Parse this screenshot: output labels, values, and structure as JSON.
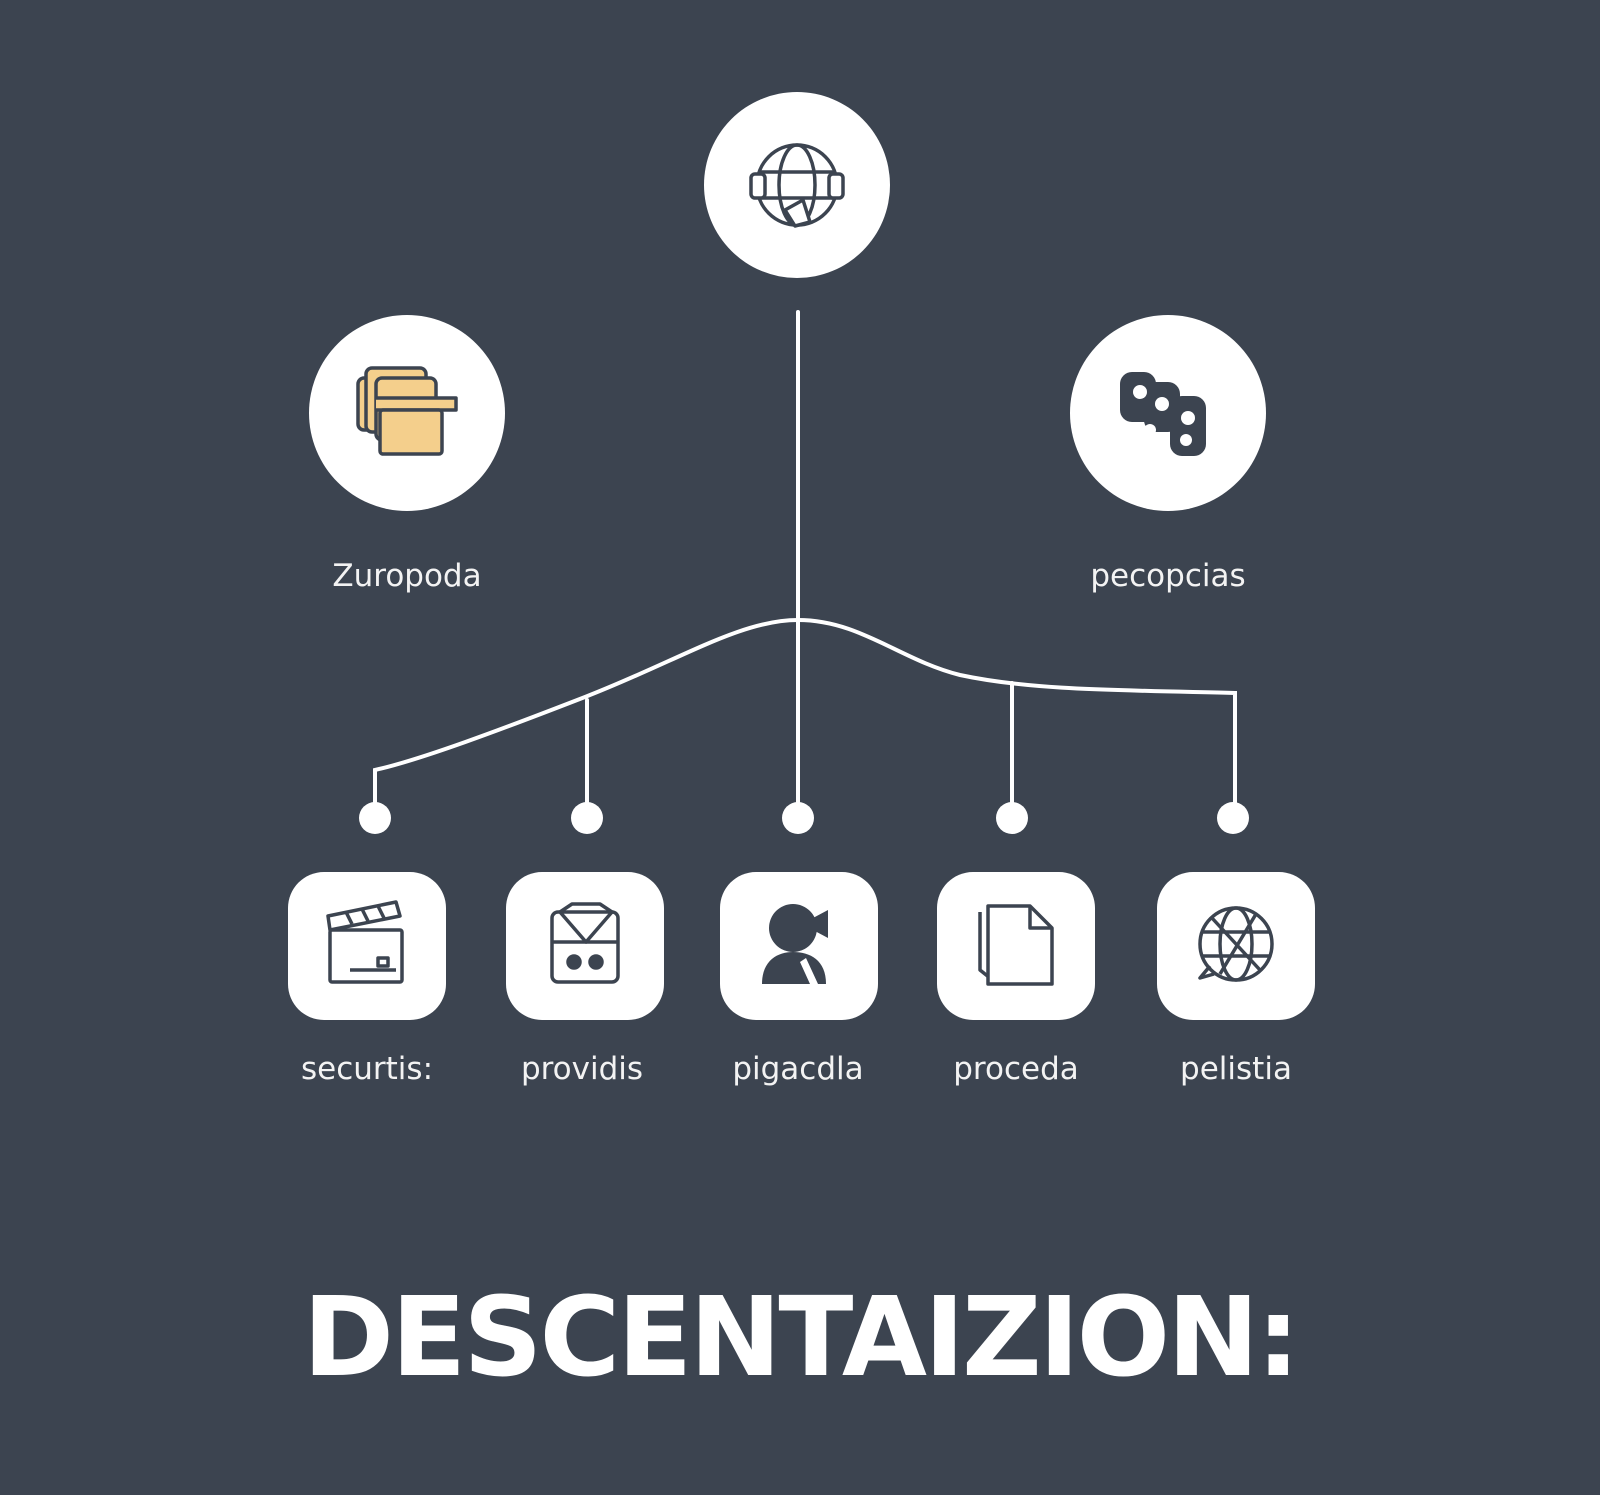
{
  "colors": {
    "background": "#3c4450",
    "node_fill": "#ffffff",
    "connector": "#ffffff",
    "icon_stroke": "#3c4450",
    "icon_accent": "#f4cf8c"
  },
  "nodes": {
    "top": {
      "icon": "globe-headset-icon"
    },
    "upper_left": {
      "icon": "stacked-boxes-icon",
      "label": "Zuropoda"
    },
    "upper_right": {
      "icon": "linked-chain-icon",
      "label": "pecopcias"
    },
    "bottom": [
      {
        "icon": "clapperboard-icon",
        "label": "securtis:"
      },
      {
        "icon": "basket-icon",
        "label": "providis"
      },
      {
        "icon": "user-camera-icon",
        "label": "pigacdla"
      },
      {
        "icon": "document-icon",
        "label": "proceda"
      },
      {
        "icon": "globe-icon",
        "label": "pelistia"
      }
    ]
  },
  "heading": "DESCENTAIZION:"
}
